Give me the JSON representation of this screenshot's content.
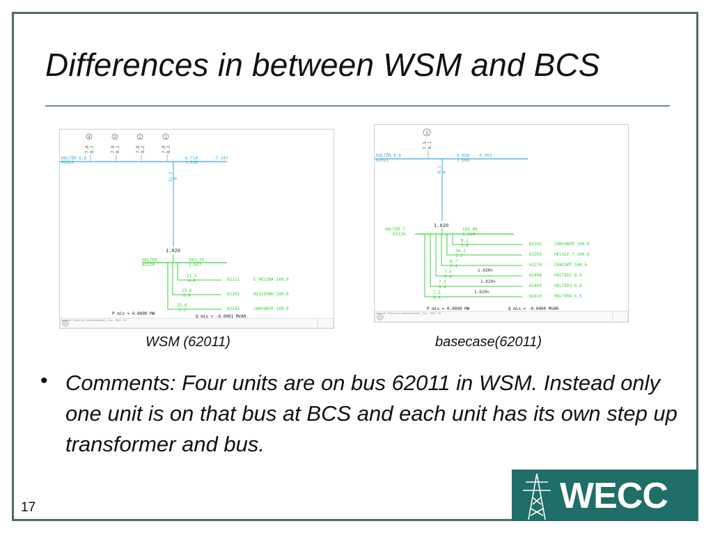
{
  "slide": {
    "title": "Differences in between WSM and BCS",
    "page_number": "17",
    "bullet": "Comments: Four units are on bus 62011 in WSM. Instead only one unit is on that bus at BCS and each unit has its own step up transformer and bus.",
    "logo_text": "WECC"
  },
  "wsm": {
    "caption": "WSM (62011)",
    "units": [
      "4",
      "3",
      "2",
      "1"
    ],
    "unit_values": [
      "7.8",
      "0.2"
    ],
    "bus_top_name": "HOLTER 6.6",
    "bus_top_num": "62011",
    "bus_top_flow": "6.714",
    "bus_top_flow2": "1.038",
    "bus_top_q": "-7.347",
    "vert_flow": "31.2",
    "vert_flow2": "0",
    "ratio": "1.020",
    "bus_bottom_name": "HOLTER",
    "bus_bottom_num": "62120",
    "bus_bottom_v1": "103.74",
    "bus_bottom_v2": "1.037",
    "branches": [
      {
        "flow": "21.5",
        "q": "4.0",
        "num": "62121",
        "name": "E_HELENA 100.0"
      },
      {
        "flow": "15.6",
        "q": "6.9",
        "num": "62162",
        "name": "MISSIONH 100.0"
      },
      {
        "flow": "25.0",
        "q": "3.3",
        "num": "62242",
        "name": "CANYONCR 100.0"
      }
    ],
    "p_mis": "P mis =  0.0000 MW",
    "q_mis": "Q mis = -0.0001 MVAR",
    "footer": "General Electric International, Inc.  PSLF 19"
  },
  "bcs": {
    "caption": "basecase(62011)",
    "units": [
      "1"
    ],
    "unit_values": [
      "7.5",
      "0.1"
    ],
    "bus_top_name": "HOLTER 6.6",
    "bus_top_num": "62011",
    "bus_top_flow": "6.656",
    "bus_top_flow2": "1.008",
    "bus_top_q": "4.303",
    "vert_flow": "0.1",
    "vert_flow2": "0",
    "ratio": "1.020",
    "bus_bottom_name": "HOLTER T",
    "bus_bottom_num": "62120",
    "bus_bottom_v1": "103.00",
    "bus_bottom_v2": "1.030",
    "branches": [
      {
        "flow": "8.1",
        "q": "1.4",
        "num": "62242",
        "name": "CANYONCR 100.0"
      },
      {
        "flow": "30.2",
        "q": "3.2",
        "num": "62269",
        "name": "HELVLE T 100.0"
      },
      {
        "flow": "8.7",
        "q": "2.4",
        "num": "62274",
        "name": "CRAIGMT 100.0"
      },
      {
        "flow": "7.5",
        "q": "0.4",
        "num": "62408",
        "name": "HOLTER2 6.6",
        "ratio": "1.020<"
      },
      {
        "flow": "7.5",
        "q": "0.4",
        "num": "62409",
        "name": "HOLTER3 6.6",
        "ratio": "1.020<"
      },
      {
        "flow": "7.5",
        "q": "0.4",
        "num": "62410",
        "name": "HOLTER4 6.6",
        "ratio": "1.020<"
      }
    ],
    "p_mis": "P mis =  0.0000 MW",
    "q_mis": "Q mis = -0.0000 MVAR",
    "footer": "General Electric International, Inc.  PSLF 19"
  },
  "colors": {
    "frame": "#4a6b66",
    "rule": "#6d8a86",
    "diagram_green": "#39d239",
    "diagram_cyan": "#3aa6e0",
    "logo_bg": "#1f6e68"
  }
}
